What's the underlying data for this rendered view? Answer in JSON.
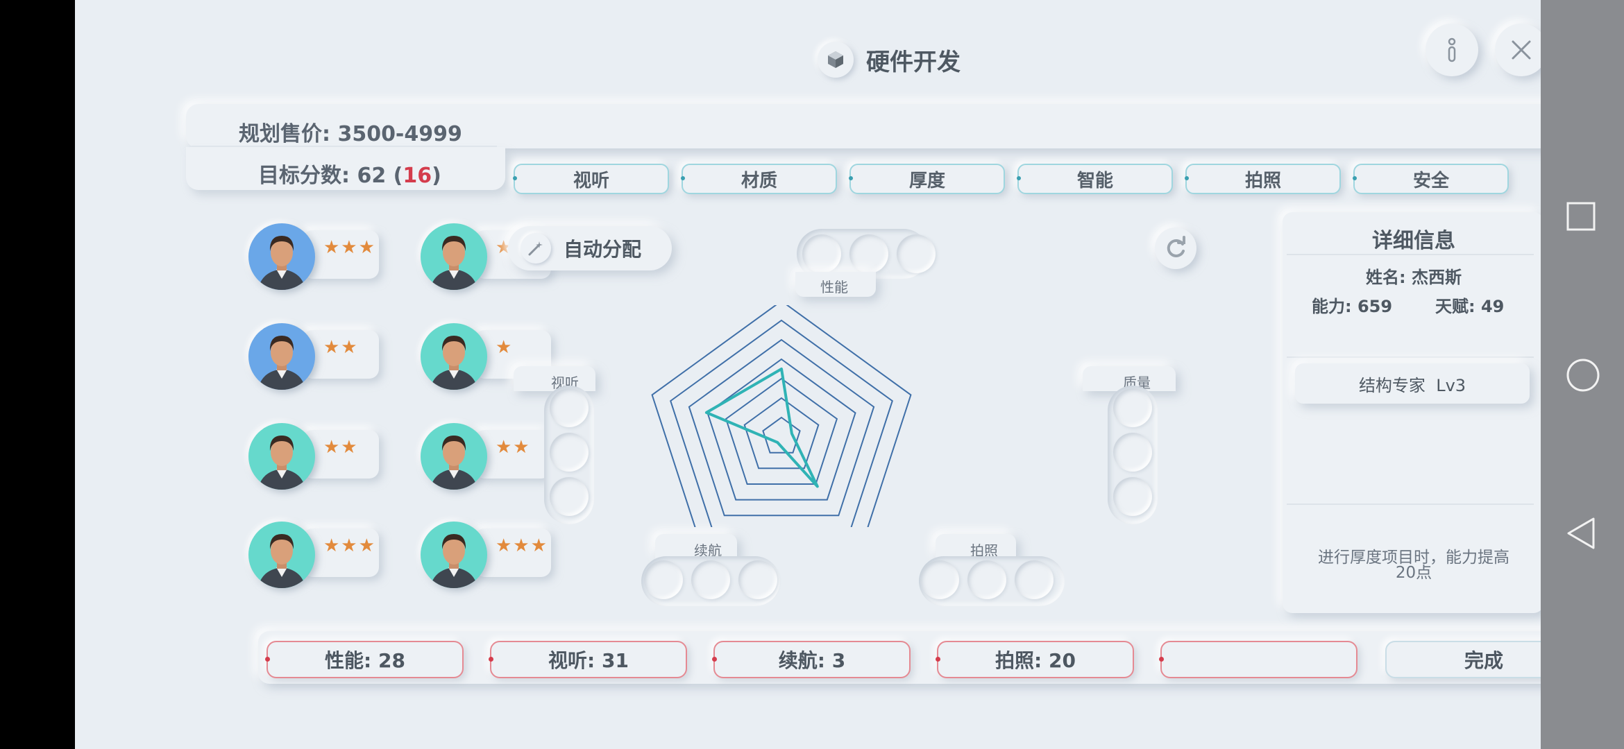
{
  "window": {
    "title": "硬件开发"
  },
  "plan": {
    "price_label": "规划售价: 3500-4999",
    "target_label": "目标分数: 62 (",
    "target_extra": "16",
    "target_close": ")"
  },
  "tabs": [
    "视听",
    "材质",
    "厚度",
    "智能",
    "拍照",
    "安全"
  ],
  "employees": [
    {
      "stars": "★★★",
      "bg": "#6aa7e8"
    },
    {
      "stars": "★",
      "bg": "#66d9cc"
    },
    {
      "stars": "★★",
      "bg": "#6aa7e8"
    },
    {
      "stars": "★",
      "bg": "#66d9cc"
    },
    {
      "stars": "★★",
      "bg": "#66d9cc"
    },
    {
      "stars": "★★",
      "bg": "#66d9cc"
    },
    {
      "stars": "★★★",
      "bg": "#66d9cc"
    },
    {
      "stars": "★★★",
      "bg": "#66d9cc"
    }
  ],
  "auto_assign": {
    "label": "自动分配"
  },
  "radar": {
    "axes": [
      "性能",
      "视听",
      "质量",
      "续航",
      "拍照"
    ],
    "line_color": "#3f6fa8",
    "fill_color": "#2fb3b5"
  },
  "detail": {
    "title": "详细信息",
    "name": "姓名: 杰西斯",
    "ability": "能力: 659",
    "talent": "天赋: 49",
    "trait": "结构专家  Lv3",
    "description_line1": "进行厚度项目时，能力提高",
    "description_line2": "20点"
  },
  "scores": [
    {
      "label": "性能: 28"
    },
    {
      "label": "视听: 31"
    },
    {
      "label": "续航: 3"
    },
    {
      "label": "拍照: 20"
    },
    {
      "label": ""
    }
  ],
  "finish_button": {
    "label": "完成"
  },
  "colors": {
    "accent": "#3a9fb0",
    "warning": "#e58a93",
    "star": "#e28a3c",
    "highlight": "#d43c4c"
  }
}
